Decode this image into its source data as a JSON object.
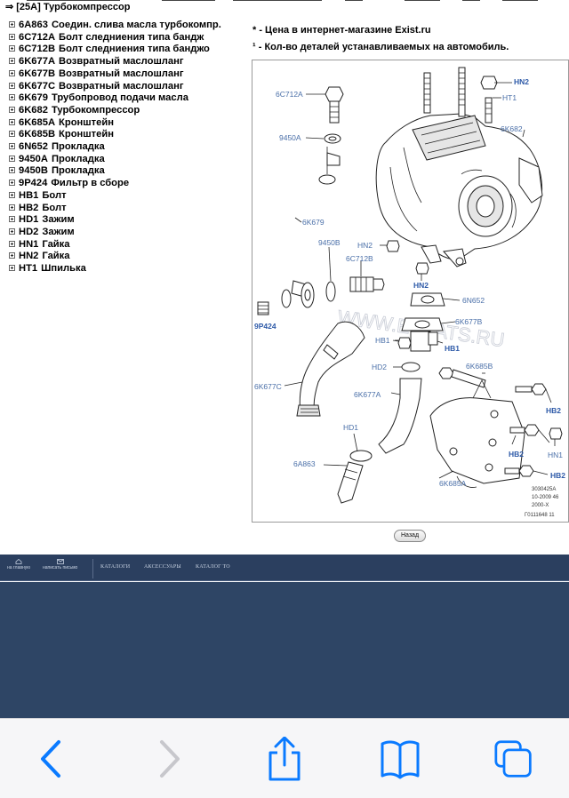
{
  "header": {
    "breadcrumb": "⇒ [25A] Турбокомпрессор"
  },
  "parts": [
    {
      "code": "6A863",
      "name": "Соедин. слива масла турбокомпр."
    },
    {
      "code": "6C712A",
      "name": "Болт следниения типа бандж"
    },
    {
      "code": "6C712B",
      "name": "Болт следниения типа банджо"
    },
    {
      "code": "6K677A",
      "name": "Возвратный маслошланг"
    },
    {
      "code": "6K677B",
      "name": "Возвратный маслошланг"
    },
    {
      "code": "6K677C",
      "name": "Возвратный маслошланг"
    },
    {
      "code": "6K679",
      "name": "Трубопровод подачи масла"
    },
    {
      "code": "6K682",
      "name": "Турбокомпрессор"
    },
    {
      "code": "6K685A",
      "name": "Кронштейн"
    },
    {
      "code": "6K685B",
      "name": "Кронштейн"
    },
    {
      "code": "6N652",
      "name": "Прокладка"
    },
    {
      "code": "9450A",
      "name": "Прокладка"
    },
    {
      "code": "9450B",
      "name": "Прокладка"
    },
    {
      "code": "9P424",
      "name": "Фильтр в сборе"
    },
    {
      "code": "HB1",
      "name": "Болт"
    },
    {
      "code": "HB2",
      "name": "Болт"
    },
    {
      "code": "HD1",
      "name": "Зажим"
    },
    {
      "code": "HD2",
      "name": "Зажим"
    },
    {
      "code": "HN1",
      "name": "Гайка"
    },
    {
      "code": "HN2",
      "name": "Гайка"
    },
    {
      "code": "HT1",
      "name": "Шпилька"
    }
  ],
  "notes": {
    "price": "* - Цена в интернет-магазине Exist.ru",
    "qty": "¹ - Кол-во деталей устанавливаемых на автомобиль."
  },
  "diagram": {
    "labels": {
      "c712a": "6C712A",
      "hn2_top": "HN2",
      "ht1": "HT1",
      "k682": "6K682",
      "p9450a": "9450A",
      "k679": "6K679",
      "p9450b": "9450B",
      "hn2_mid": "HN2",
      "c712b": "6C712B",
      "hn2_low": "HN2",
      "n652": "6N652",
      "p9p424": "9P424",
      "k677b": "6K677B",
      "hb1_left": "HB1",
      "hb1_right": "HB1",
      "k685b": "6K685B",
      "hd2": "HD2",
      "k677c": "6K677C",
      "k677a": "6K677A",
      "hb2_right": "HB2",
      "hd1": "HD1",
      "a863": "6A863",
      "hb2_mid": "HB2",
      "hn1": "HN1",
      "hb2_low": "HB2",
      "k685a": "6K685A"
    },
    "watermark": "WWW.ELCATS.RU",
    "refs": [
      "3030425A",
      "10-2009 46",
      "2000-X",
      "Г0111648 11"
    ]
  },
  "back_button": "Назад",
  "footer": {
    "home": "на главную",
    "mail": "написать письмо",
    "links": [
      "КАТАЛОГИ",
      "АКСЕССУАРЫ",
      "КАТАЛОГ ТО"
    ]
  },
  "toolbar": {
    "icons": [
      "back-icon",
      "forward-icon",
      "share-icon",
      "bookmarks-icon",
      "tabs-icon"
    ],
    "accent": "#0a7aff",
    "disabled": "#c7c7cc"
  }
}
